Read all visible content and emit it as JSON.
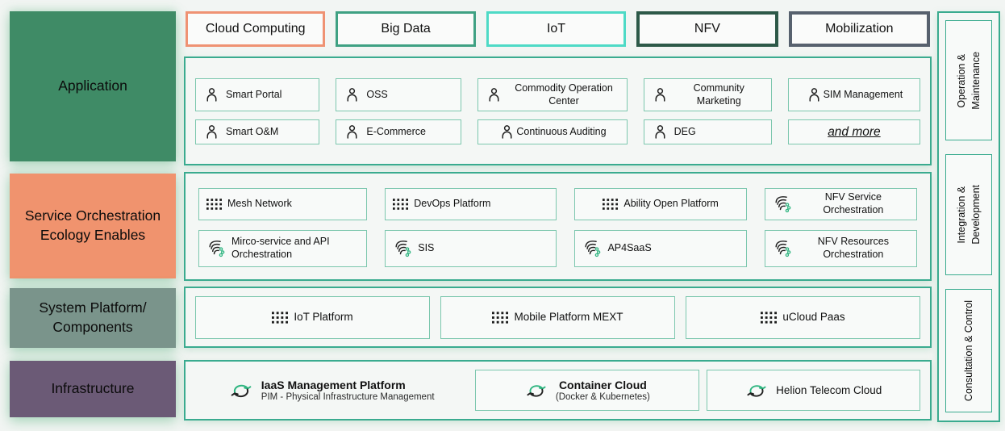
{
  "colors": {
    "container_border": "#3aab8f",
    "item_border": "#7cc7ae",
    "icon_green": "#2fb580",
    "icon_dark": "#222222"
  },
  "layers": [
    {
      "label": "Application",
      "color": "#3f8b66"
    },
    {
      "label": "Service Orchestration Ecology Enables",
      "color": "#f0936e"
    },
    {
      "label": "System Platform/ Components",
      "color": "#7a948b"
    },
    {
      "label": "Infrastructure",
      "color": "#6b5a76"
    }
  ],
  "tabs": [
    {
      "label": "Cloud Computing",
      "color": "#ef9273"
    },
    {
      "label": "Big Data",
      "color": "#3fa183"
    },
    {
      "label": "IoT",
      "color": "#4edac6"
    },
    {
      "label": "NFV",
      "color": "#2d5948"
    },
    {
      "label": "Mobilization",
      "color": "#57616e"
    }
  ],
  "application": {
    "items": [
      {
        "label": "Smart Portal",
        "icon": "person-icon"
      },
      {
        "label": "OSS",
        "icon": "person-icon"
      },
      {
        "label": "Commodity Operation Center",
        "icon": "person-icon"
      },
      {
        "label": "Community Marketing",
        "icon": "person-icon"
      },
      {
        "label": "SIM Management",
        "icon": "person-icon"
      },
      {
        "label": "Smart O&M",
        "icon": "person-icon"
      },
      {
        "label": "E-Commerce",
        "icon": "person-icon"
      },
      {
        "label": "Continuous Auditing",
        "icon": "person-icon"
      },
      {
        "label": "DEG",
        "icon": "person-icon"
      },
      {
        "label": "and more",
        "icon": null
      }
    ]
  },
  "services": {
    "items": [
      {
        "label": "Mesh Network",
        "icon": "grid-icon"
      },
      {
        "label": "DevOps Platform",
        "icon": "grid-icon"
      },
      {
        "label": "Ability Open Platform",
        "icon": "grid-icon"
      },
      {
        "label": "NFV Service Orchestration",
        "icon": "orchestration-icon"
      },
      {
        "label": "Mirco-service and API Orchestration",
        "icon": "orchestration-icon"
      },
      {
        "label": "SIS",
        "icon": "orchestration-icon"
      },
      {
        "label": "AP4SaaS",
        "icon": "orchestration-icon"
      },
      {
        "label": "NFV Resources Orchestration",
        "icon": "orchestration-icon"
      }
    ]
  },
  "platform": {
    "items": [
      {
        "label": "IoT Platform",
        "icon": "grid-icon"
      },
      {
        "label": "Mobile Platform MEXT",
        "icon": "grid-icon"
      },
      {
        "label": "uCloud Paas",
        "icon": "grid-icon"
      }
    ]
  },
  "infrastructure": {
    "items": [
      {
        "title": "IaaS Management Platform",
        "subtitle": "PIM - Physical Infrastructure Management",
        "icon": "cloud-sync-icon",
        "boxed": false
      },
      {
        "title": "Container Cloud",
        "subtitle": "(Docker & Kubernetes)",
        "icon": "cloud-sync-icon",
        "boxed": true
      },
      {
        "title": "Helion Telecom Cloud",
        "subtitle": "",
        "icon": "cloud-sync-icon",
        "boxed": true
      }
    ]
  },
  "right_rail": {
    "items": [
      {
        "label": "Operation &\nMaintenance"
      },
      {
        "label": "Integration &\nDevelopment"
      },
      {
        "label": "Consultation & Control"
      }
    ]
  }
}
